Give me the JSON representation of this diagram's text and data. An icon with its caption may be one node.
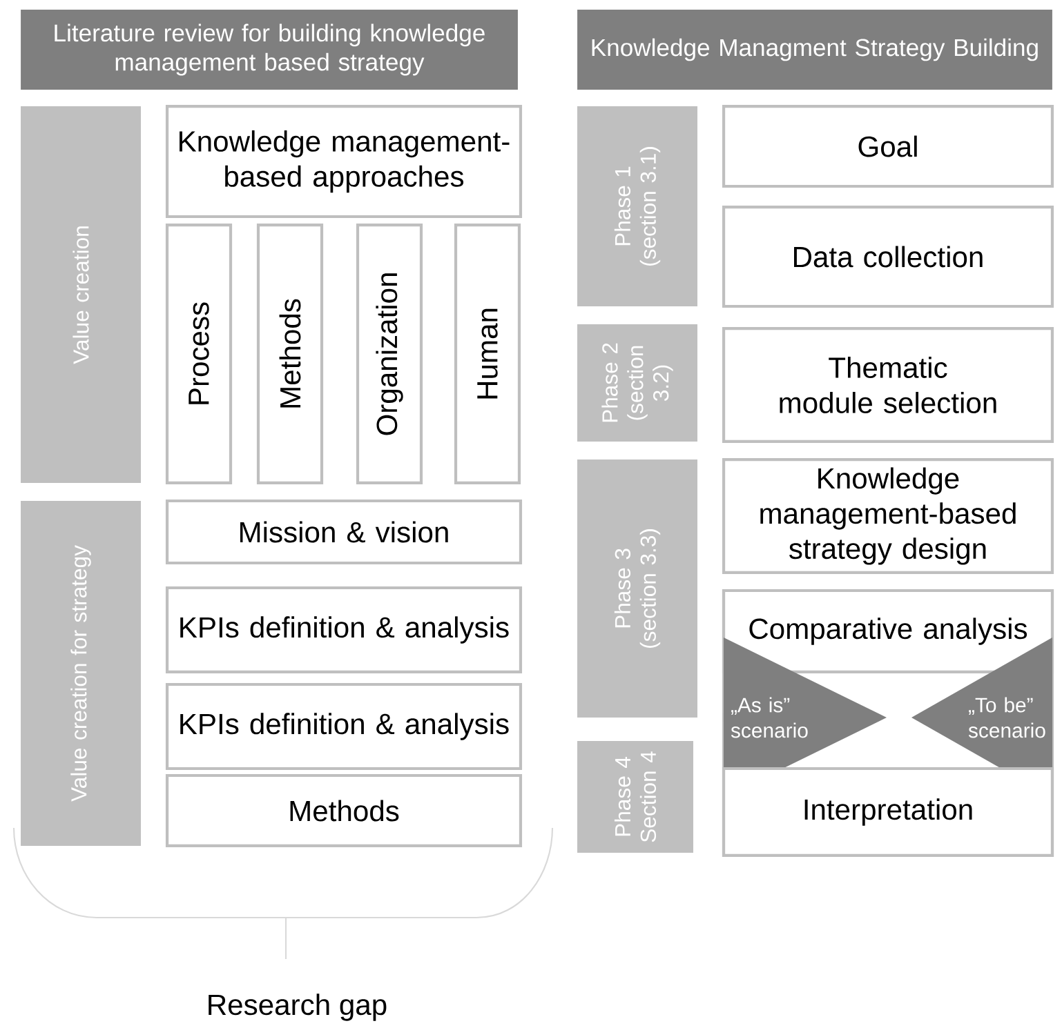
{
  "diagram": {
    "nodes": [
      {
        "text": [
          "Literature review for building knowledge management based strategy"
        ]
      },
      {
        "text": [
          "Knowledge Managment Strategy Building"
        ]
      },
      {
        "text": [
          "Value creation"
        ]
      },
      {
        "text": [
          "Knowledge management-based approaches"
        ]
      },
      {
        "text": [
          "Process"
        ]
      },
      {
        "text": [
          "Methods"
        ]
      },
      {
        "text": [
          "Organization"
        ]
      },
      {
        "text": [
          "Human"
        ]
      },
      {
        "text": [
          "Value creation for strategy"
        ]
      },
      {
        "text": [
          "Mission & vision"
        ]
      },
      {
        "text": [
          "KPIs definition & analysis"
        ]
      },
      {
        "text": [
          "KPIs definition & analysis"
        ]
      },
      {
        "text": [
          "Methods"
        ]
      },
      {
        "text": [
          "Phase 1 (section 3.1)"
        ]
      },
      {
        "text": [
          "Goal"
        ]
      },
      {
        "text": [
          "Data collection"
        ]
      },
      {
        "text": [
          "Phase 2 (section 3.2)"
        ]
      },
      {
        "text": [
          "Thematic module selection"
        ]
      },
      {
        "text": [
          "Phase 3 (section 3.3)"
        ]
      },
      {
        "text": [
          "Knowledge management-based strategy design"
        ]
      },
      {
        "text": [
          "Comparative analysis"
        ]
      },
      {
        "text": [
          "„As is” scenario"
        ]
      },
      {
        "text": [
          "„To be” scenario"
        ]
      },
      {
        "text": [
          "Phase 4 Section 4"
        ]
      },
      {
        "text": [
          "Interpretation"
        ]
      }
    ],
    "edges": [],
    "labels": [
      "Research gap"
    ]
  }
}
